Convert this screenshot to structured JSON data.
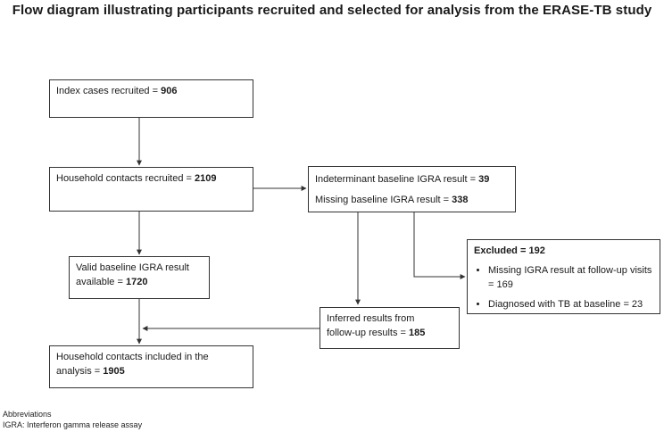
{
  "title": "Flow diagram illustrating participants recruited and selected for analysis from the ERASE-TB study",
  "boxes": {
    "index_cases": {
      "label": "Index cases recruited  = ",
      "value": "906"
    },
    "household_recruited": {
      "label": "Household contacts recruited  = ",
      "value": "2109"
    },
    "indeterminant": {
      "line1_label": "Indeterminant baseline IGRA result = ",
      "line1_value": "39",
      "line2_label": "Missing baseline IGRA result = ",
      "line2_value": "338"
    },
    "valid_baseline": {
      "line1": "Valid baseline IGRA result",
      "line2_label": "available = ",
      "value": "1720"
    },
    "excluded": {
      "heading_label": "Excluded = ",
      "heading_value": "192",
      "items": [
        "Missing IGRA result at follow-up visits = 169",
        "Diagnosed with TB at baseline = 23"
      ]
    },
    "inferred": {
      "line1": "Inferred results from",
      "line2_label": "follow-up results = ",
      "value": "185"
    },
    "included": {
      "line1": "Household contacts included in the",
      "line2": "analysis = ",
      "value": "1905"
    }
  },
  "abbreviations": {
    "heading": "Abbreviations",
    "igra": "IGRA: Interferon gamma release assay"
  }
}
